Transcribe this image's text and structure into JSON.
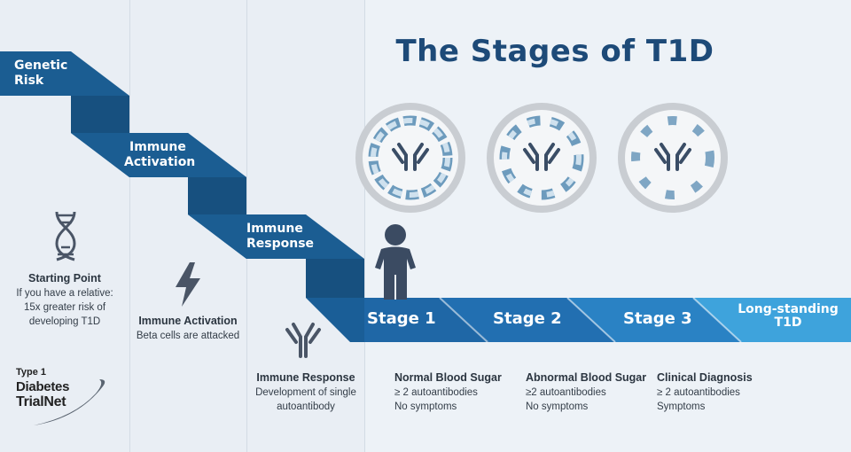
{
  "title": "The Stages of T1D",
  "steps": {
    "genetic_risk": [
      "Genetic",
      "Risk"
    ],
    "immune_activation": [
      "Immune",
      "Activation"
    ],
    "immune_response": [
      "Immune",
      "Response"
    ]
  },
  "stages": {
    "stage1": "Stage 1",
    "stage2": "Stage 2",
    "stage3": "Stage 3",
    "long_standing": [
      "Long-standing",
      "T1D"
    ]
  },
  "descriptions": {
    "starting_point": {
      "heading": "Starting Point",
      "lines": [
        "If you have a relative:",
        "15x greater risk of",
        "developing T1D"
      ]
    },
    "immune_activation": {
      "heading": "Immune Activation",
      "lines": [
        "Beta cells are attacked"
      ]
    },
    "immune_response": {
      "heading": "Immune Response",
      "lines": [
        "Development of single",
        "autoantibody"
      ]
    },
    "stage1": {
      "heading": "Normal Blood Sugar",
      "lines": [
        "≥ 2 autoantibodies",
        "No symptoms"
      ]
    },
    "stage2": {
      "heading": "Abnormal Blood Sugar",
      "lines": [
        "≥2 autoantibodies",
        "No symptoms"
      ]
    },
    "stage3": {
      "heading": "Clinical Diagnosis",
      "lines": [
        "≥ 2 autoantibodies",
        "Symptoms"
      ]
    }
  },
  "logo": {
    "line1": "Type 1",
    "line2": "Diabetes",
    "line3": "TrialNet"
  },
  "icons": {
    "dna": "dna-icon",
    "lightning": "lightning-bolt-icon",
    "antibody": "antibody-icon",
    "person": "person-icon",
    "cell": "beta-cell-antibody-icon"
  },
  "colors": {
    "title": "#1d4a78",
    "ribbon_dark": "#1b5d92",
    "ribbon_mid": "#1f73b3",
    "ribbon_light": "#3fa3dc",
    "cell_ring": "#c9cdd2"
  }
}
